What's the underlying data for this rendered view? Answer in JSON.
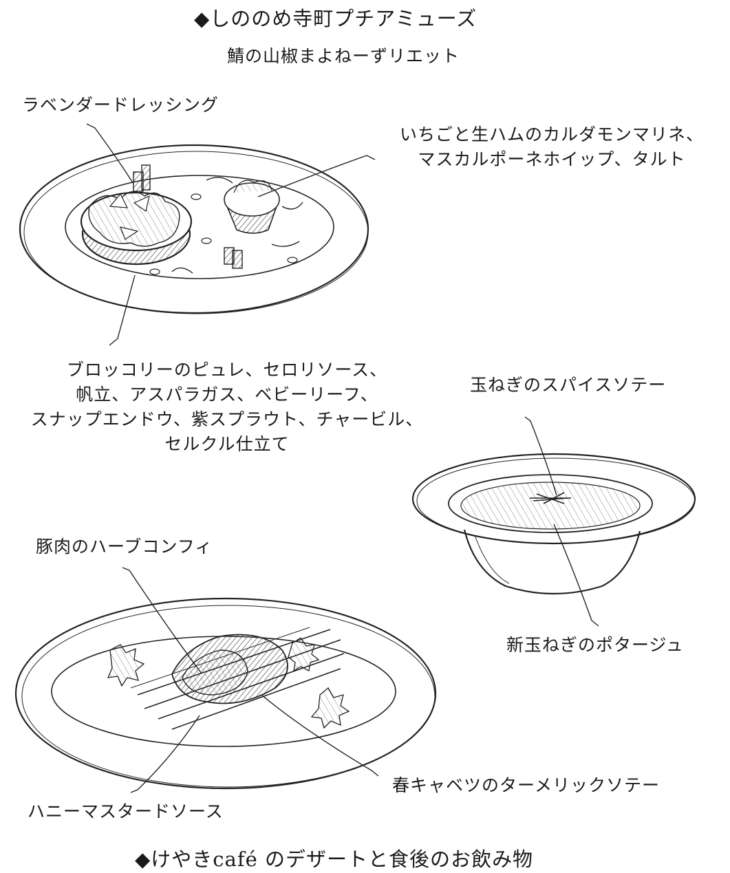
{
  "header": {
    "section_title": "◆しののめ寺町プチアミューズ",
    "dish_subtitle": "鯖の山椒まよねーずリエット"
  },
  "plate1": {
    "label_dressing": "ラベンダードレッシング",
    "label_tart": [
      "いちごと生ハムのカルダモンマリネ、",
      "マスカルポーネホイップ、タルト"
    ],
    "label_salad": [
      "ブロッコリーのピュレ、セロリソース、",
      "帆立、アスパラガス、ベビーリーフ、",
      "スナップエンドウ、紫スプラウト、チャービル、",
      "セルクル仕立て"
    ]
  },
  "soup": {
    "label_topping": "玉ねぎのスパイスソテー",
    "label_potage": "新玉ねぎのポタージュ"
  },
  "plate2": {
    "label_pork": "豚肉のハーブコンフィ",
    "label_cabbage": "春キャベツのターメリックソテー",
    "label_sauce": "ハニーマスタードソース"
  },
  "footer": {
    "section_title": "◆けやきcafé のデザートと食後のお飲み物"
  }
}
